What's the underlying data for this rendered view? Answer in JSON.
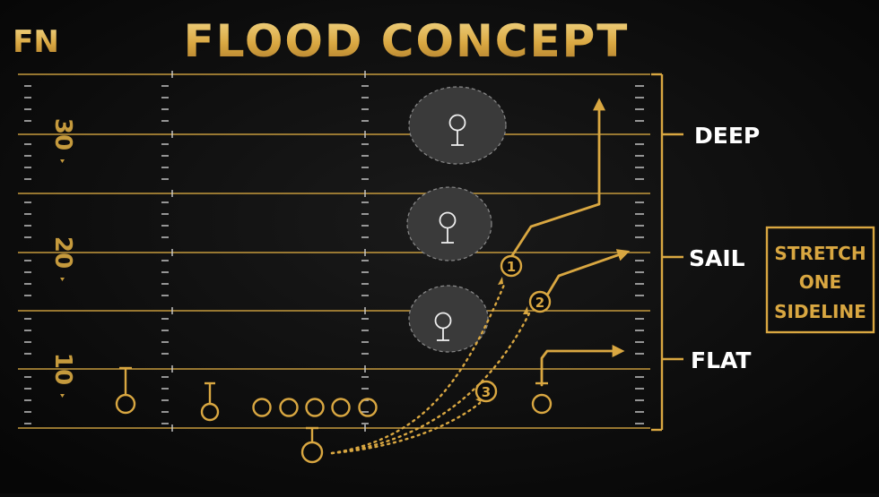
{
  "logo_text": "FN",
  "title": "FLOOD CONCEPT",
  "yard_numbers": [
    "30",
    "20",
    "10"
  ],
  "levels": {
    "deep": "DEEP",
    "sail": "SAIL",
    "flat": "FLAT"
  },
  "route_numbers": [
    "1",
    "2",
    "3"
  ],
  "callout": {
    "line1": "STRETCH",
    "line2": "ONE",
    "line3": "SIDELINE"
  },
  "colors": {
    "background": "#0b0b0b",
    "gold": "#d9a741",
    "gold_light": "#eccb75",
    "text": "#ffffff",
    "zone_fill": "#3a3a3a",
    "hash": "#cfcfcf"
  },
  "icons": {
    "defender_zone": "zone-defender-icon",
    "receiver": "receiver-circle-icon",
    "arrow": "route-arrow-icon"
  }
}
